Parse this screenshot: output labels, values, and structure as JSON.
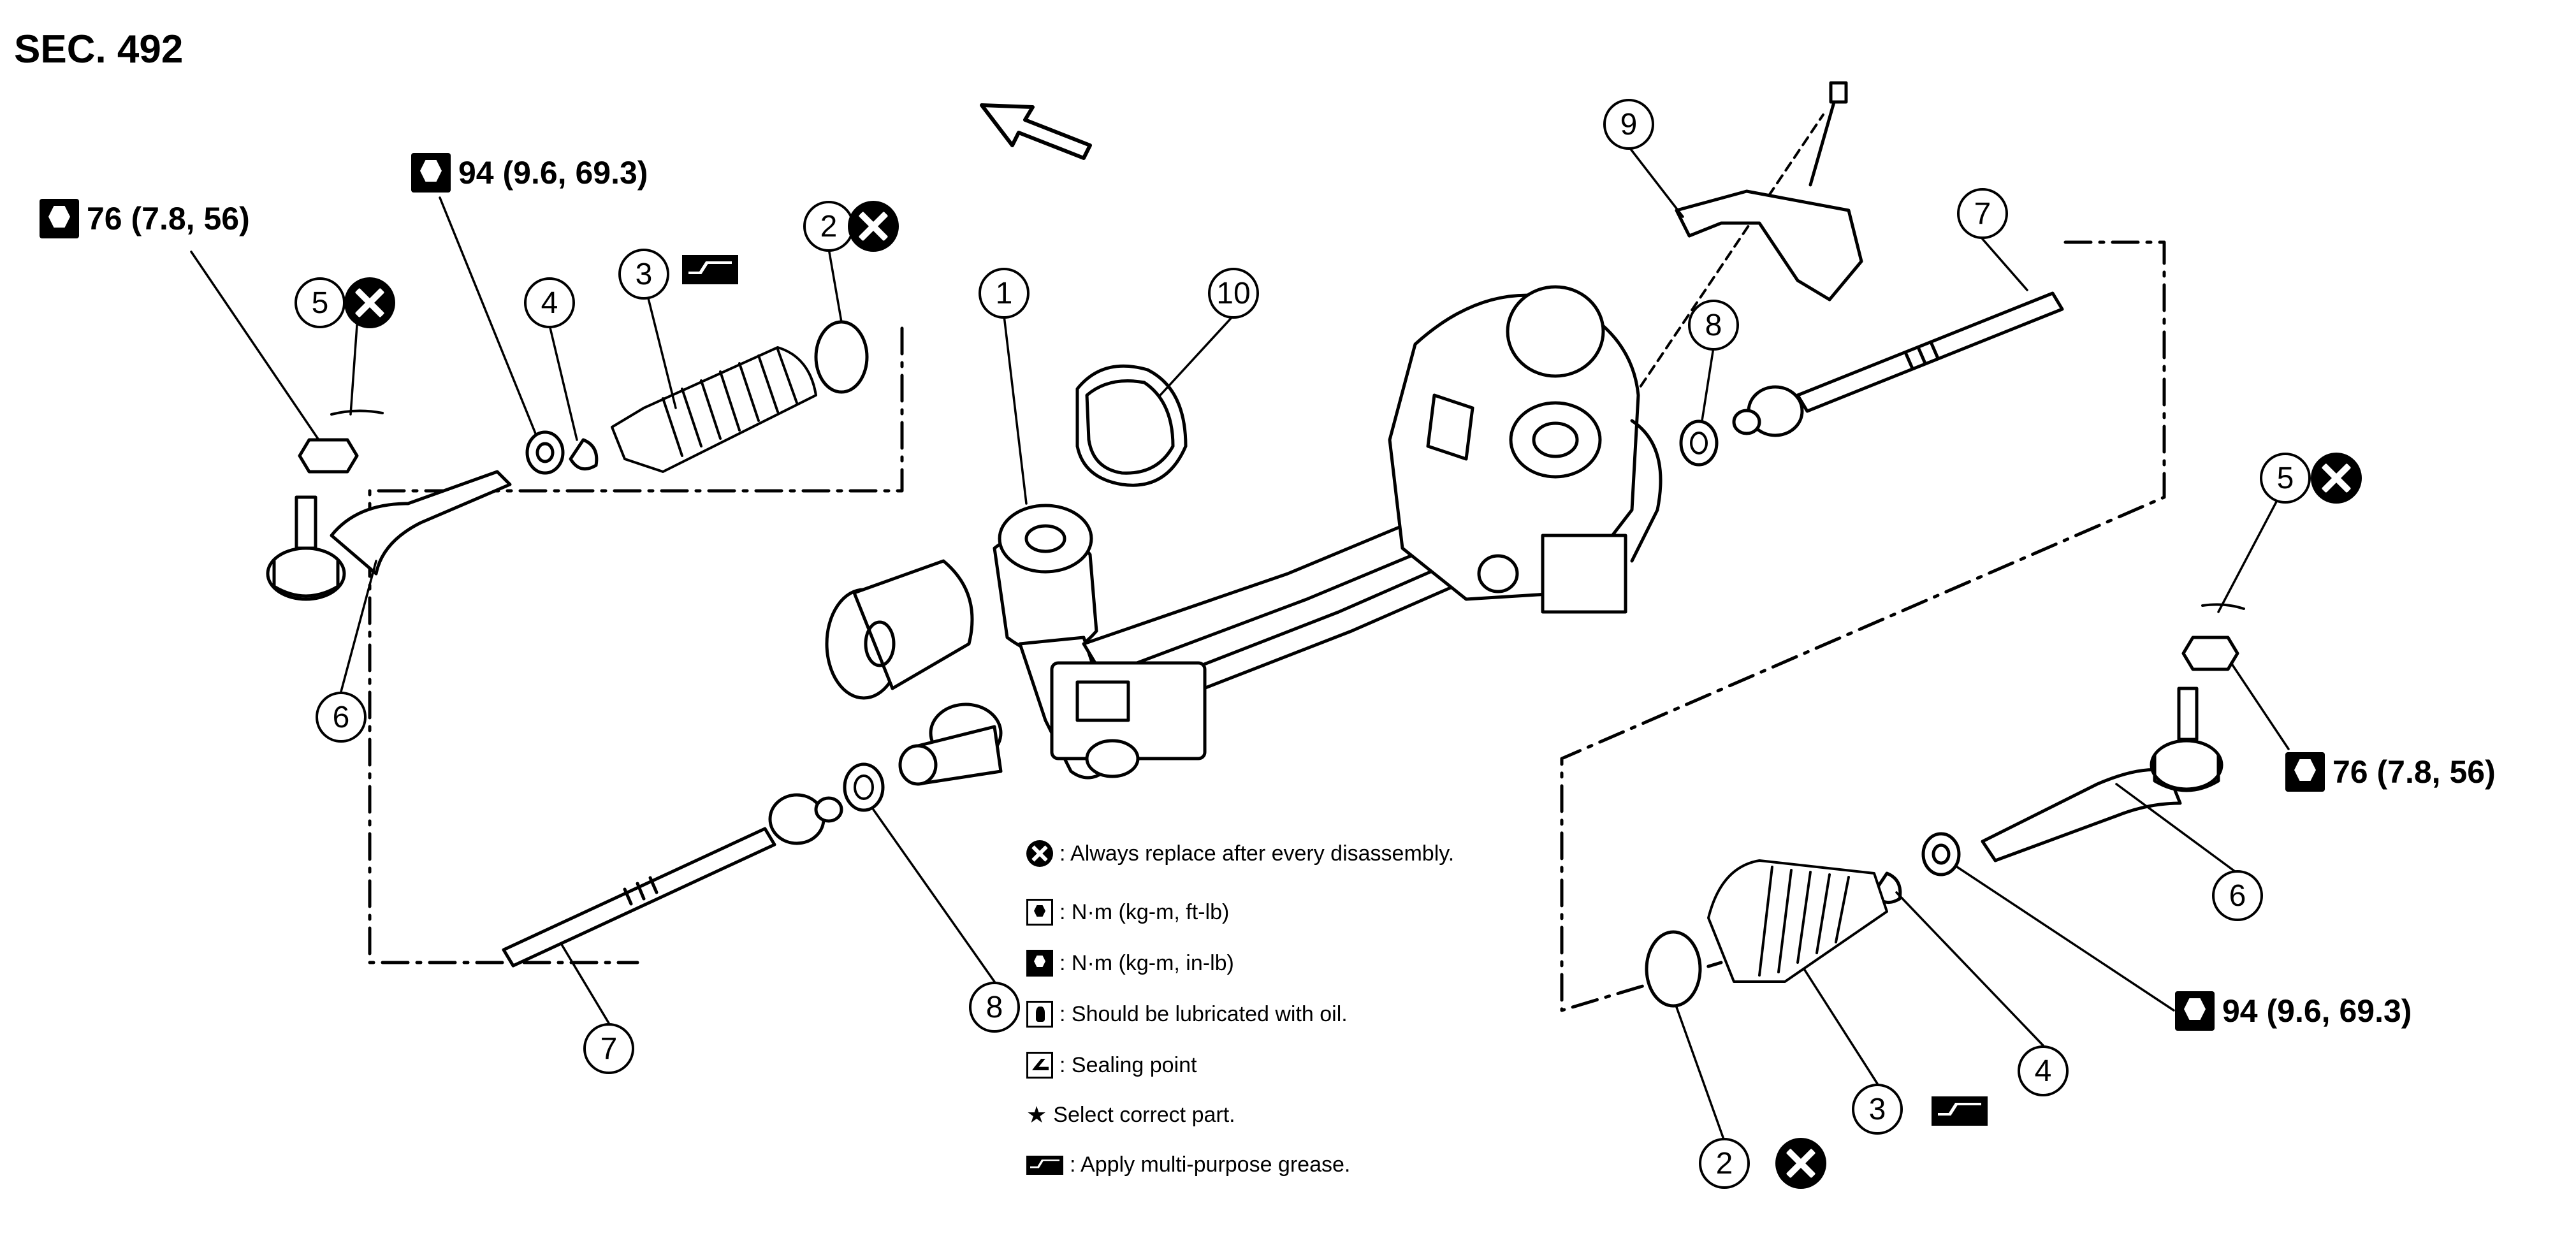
{
  "section": "SEC. 492",
  "torques": {
    "tie_rod_nut_left": "76 (7.8, 56)",
    "lock_nut_left": "94 (9.6, 69.3)",
    "tie_rod_nut_right": "76 (7.8, 56)",
    "lock_nut_right": "94 (9.6, 69.3)"
  },
  "callouts": {
    "c1": "1",
    "c2a": "2",
    "c2b": "2",
    "c3a": "3",
    "c3b": "3",
    "c4a": "4",
    "c4b": "4",
    "c5a": "5",
    "c5b": "5",
    "c6a": "6",
    "c6b": "6",
    "c7a": "7",
    "c7b": "7",
    "c8a": "8",
    "c8b": "8",
    "c9": "9",
    "c10": "10"
  },
  "legend": {
    "replace": ": Always replace after every disassembly.",
    "nm_ft": ": N·m (kg-m, ft-lb)",
    "nm_in": ": N·m (kg-m, in-lb)",
    "oil": ": Should be lubricated with oil.",
    "seal": ": Sealing point",
    "select": "Select correct part.",
    "grease": ": Apply multi-purpose grease."
  },
  "icons": [
    "replace-x-icon",
    "torque-wrench-icon",
    "grease-icon",
    "oil-can-icon",
    "sealing-point-icon",
    "star-icon",
    "front-direction-arrow-icon"
  ]
}
